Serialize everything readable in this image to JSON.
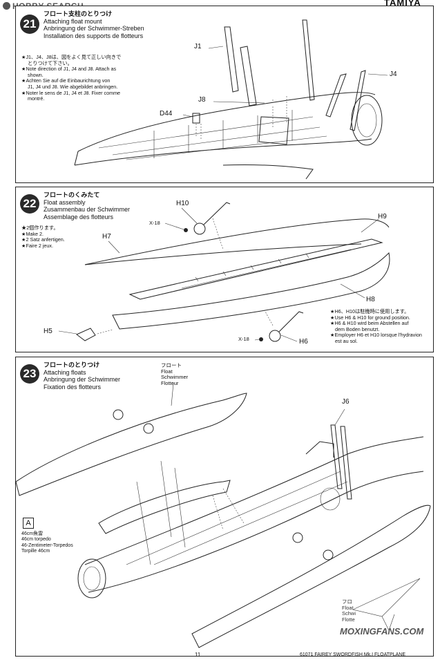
{
  "header": {
    "watermark_left": "HOBBY SEARCH",
    "brand": "TAMIYA"
  },
  "steps": [
    {
      "number": "21",
      "title_jp": "フロート支柱のとりつけ",
      "title_en": "Attaching float mount",
      "title_de": "Anbringung der Schwimmer-Streben",
      "title_fr": "Installation des supports de flotteurs",
      "notes": [
        "★J1、J4、J8は、図をよく見て正しい向きで",
        "とりつけて下さい。",
        "★Note direction of J1, J4 and J8. Attach as",
        "shown.",
        "★Achten Sie auf die Einbaurichtung von",
        "J1, J4 und J8. Wie abgebildet anbringen.",
        "★Noter le sens de J1, J4 et J8. Fixer comme",
        "montré."
      ],
      "labels": {
        "j1": "J1",
        "j4": "J4",
        "j8": "J8",
        "d44": "D44"
      }
    },
    {
      "number": "22",
      "title_jp": "フロートのくみたて",
      "title_en": "Float assembly",
      "title_de": "Zusammenbau der Schwimmer",
      "title_fr": "Assemblage des flotteurs",
      "notes": [
        "★2個作ります。",
        "★Make 2.",
        "★2 Satz anfertigen.",
        "★Faire 2 jeux."
      ],
      "labels": {
        "h10": "H10",
        "x18a": "X-18",
        "h9": "H9",
        "h7": "H7",
        "h8": "H8",
        "h5": "H5",
        "x18b": "X-18",
        "h6": "H6"
      },
      "side_notes": [
        "★H6、H10は駐機時に使用します。",
        "★Use H6 & H10 for ground position.",
        "★H6 & H10 wird beim Abstellen auf",
        "dem Boden benutzt.",
        "★Employer H6 et H10 lorsque l'hydravion",
        "est au sol."
      ]
    },
    {
      "number": "23",
      "title_jp": "フロートのとりつけ",
      "title_en": "Attaching floats",
      "title_de": "Anbringung der Schwimmer",
      "title_fr": "Fixation des flotteurs",
      "float_label": [
        "フロート",
        "Float",
        "Schwimmer",
        "Flotteur"
      ],
      "float_label_b": [
        "フロ",
        "Float",
        "Schwi",
        "Flotte"
      ],
      "labels": {
        "j6": "J6",
        "box_a": "A"
      },
      "torpedo_label": [
        "46cm魚雷",
        "46cm torpedo",
        "46-Zentimeter-Torpedos",
        "Torpille 46cm"
      ]
    }
  ],
  "footer": {
    "watermark_right": "MOXINGFANS.COM",
    "caption": "61071 FAIREY SWORDFISH Mk.I FLOATPLANE",
    "page": "11"
  }
}
